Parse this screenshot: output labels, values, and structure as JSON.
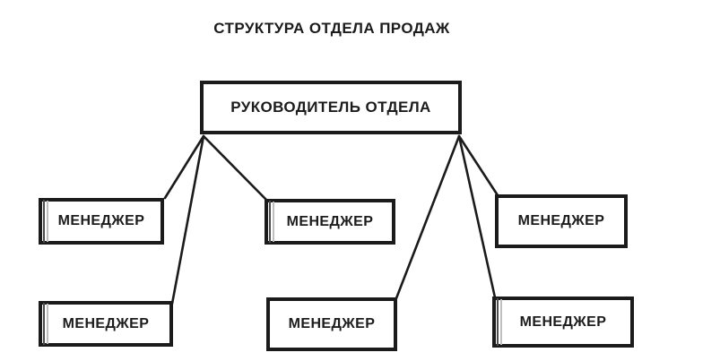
{
  "title": "СТРУКТУРА ОТДЕЛА ПРОДАЖ",
  "colors": {
    "background": "#ffffff",
    "line": "#1b1b1b",
    "text": "#1c1c1c",
    "left_mark_dark": "#4d4d4d",
    "left_mark_gray": "#bfbfbf"
  },
  "nodes": {
    "root": {
      "label": "РУКОВОДИТЕЛЬ ОТДЕЛА",
      "role": "department-head"
    },
    "m1": {
      "label": "МЕНЕДЖЕР",
      "double_left_edge": true
    },
    "m2": {
      "label": "МЕНЕДЖЕР",
      "double_left_edge": true
    },
    "m3": {
      "label": "МЕНЕДЖЕР",
      "double_left_edge": false
    },
    "m4": {
      "label": "МЕНЕДЖЕР",
      "double_left_edge": true
    },
    "m5": {
      "label": "МЕНЕДЖЕР",
      "double_left_edge": false
    },
    "m6": {
      "label": "МЕНЕДЖЕР",
      "double_left_edge": true
    }
  },
  "edges": [
    {
      "from": "root",
      "to": "m1"
    },
    {
      "from": "root",
      "to": "m2"
    },
    {
      "from": "root",
      "to": "m4"
    },
    {
      "from": "root",
      "to": "m3"
    },
    {
      "from": "root",
      "to": "m5"
    },
    {
      "from": "root",
      "to": "m6"
    }
  ]
}
